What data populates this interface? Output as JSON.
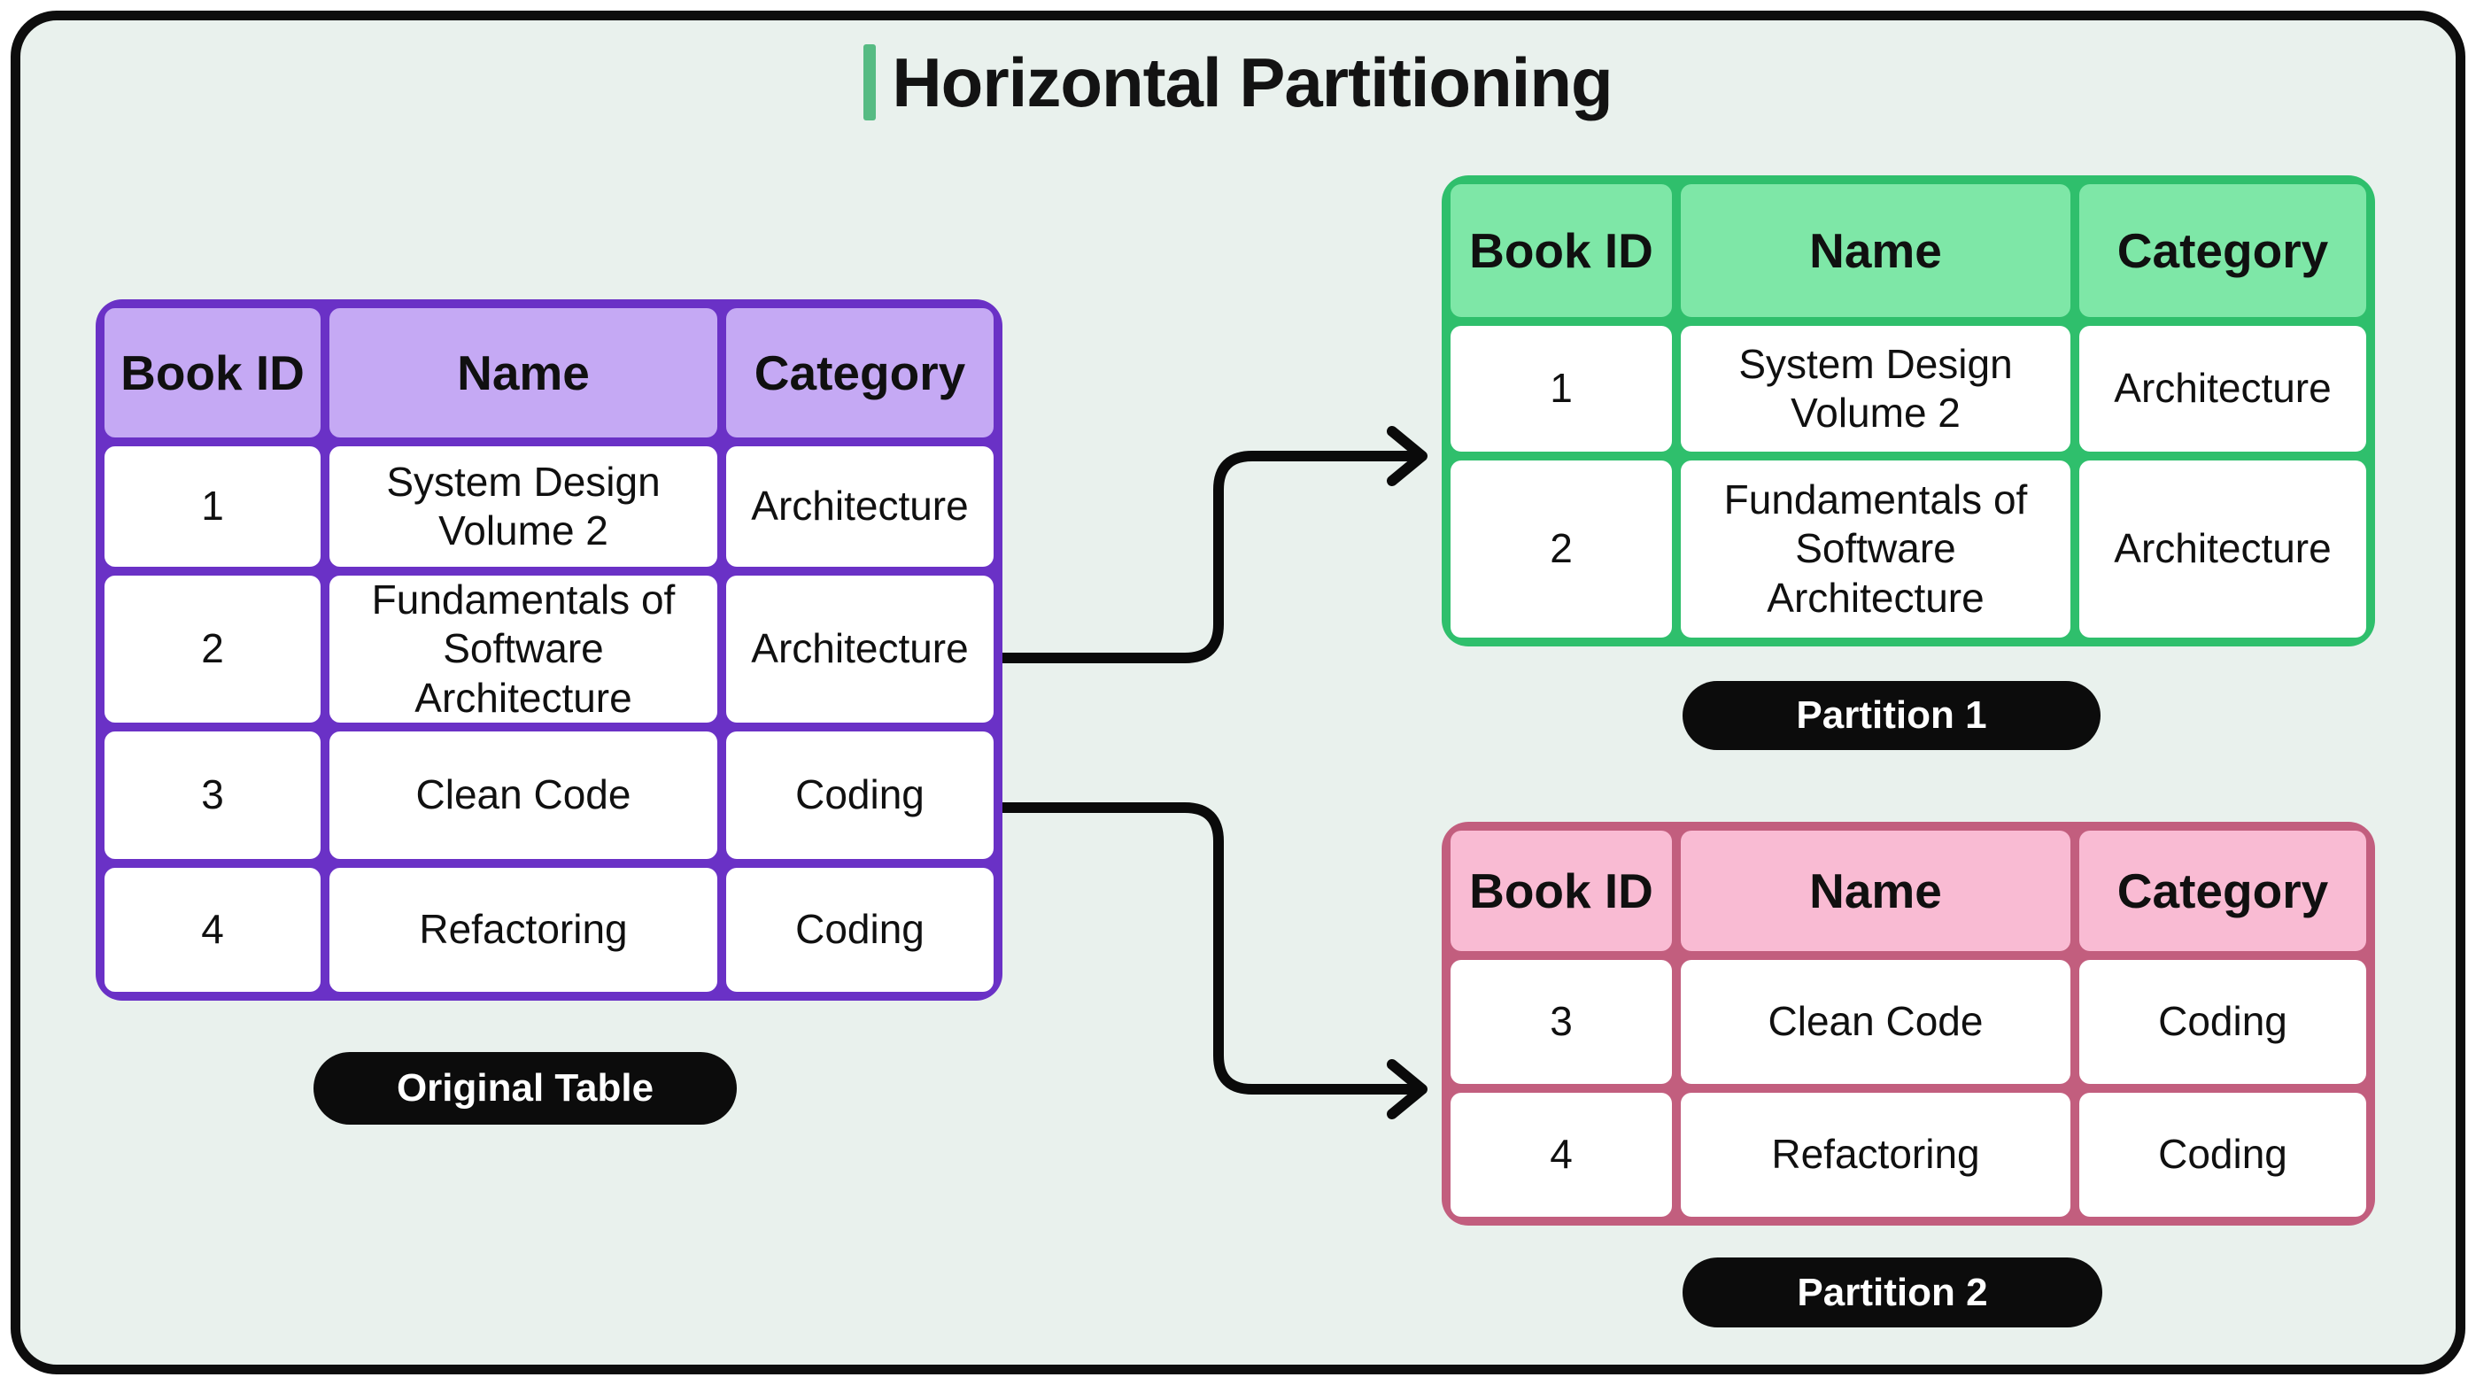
{
  "title": {
    "text": "Horizontal Partitioning"
  },
  "colors": {
    "background": "#E9F1ED",
    "frame": "#0D0D0D",
    "title_accent": "#56BB83",
    "original_border": "#6A31C6",
    "original_header_fill": "#C5A9F4",
    "partition1_border": "#2FBF6C",
    "partition1_header_fill": "#7EE7A7",
    "partition2_border": "#C25E7E",
    "partition2_header_fill": "#F9BBD3",
    "pill_background": "#0C0C0C",
    "pill_text": "#FFFFFF"
  },
  "tables": {
    "original": {
      "label": "Original Table",
      "headers": [
        "Book ID",
        "Name",
        "Category"
      ],
      "rows": [
        [
          "1",
          "System Design Volume 2",
          "Architecture"
        ],
        [
          "2",
          "Fundamentals of Software Architecture",
          "Architecture"
        ],
        [
          "3",
          "Clean Code",
          "Coding"
        ],
        [
          "4",
          "Refactoring",
          "Coding"
        ]
      ]
    },
    "partition1": {
      "label": "Partition 1",
      "headers": [
        "Book ID",
        "Name",
        "Category"
      ],
      "rows": [
        [
          "1",
          "System Design Volume 2",
          "Architecture"
        ],
        [
          "2",
          "Fundamentals of Software Architecture",
          "Architecture"
        ]
      ]
    },
    "partition2": {
      "label": "Partition 2",
      "headers": [
        "Book ID",
        "Name",
        "Category"
      ],
      "rows": [
        [
          "3",
          "Clean Code",
          "Coding"
        ],
        [
          "4",
          "Refactoring",
          "Coding"
        ]
      ]
    }
  }
}
